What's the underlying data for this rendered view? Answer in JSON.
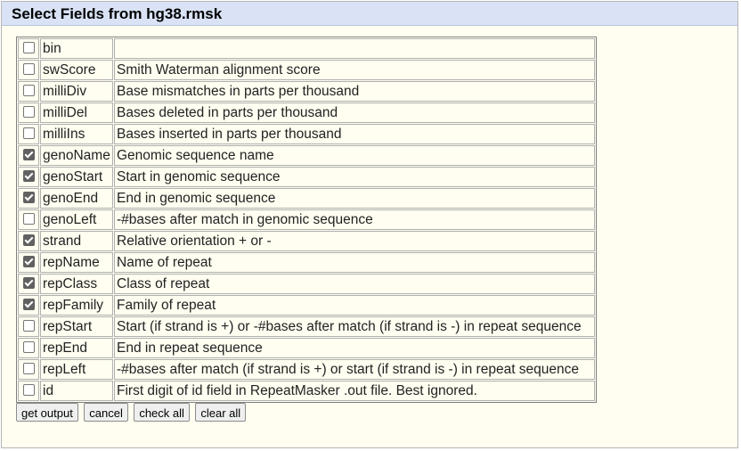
{
  "header": {
    "title": "Select Fields from hg38.rmsk"
  },
  "fields": [
    {
      "name": "bin",
      "description": "",
      "checked": false
    },
    {
      "name": "swScore",
      "description": "Smith Waterman alignment score",
      "checked": false
    },
    {
      "name": "milliDiv",
      "description": "Base mismatches in parts per thousand",
      "checked": false
    },
    {
      "name": "milliDel",
      "description": "Bases deleted in parts per thousand",
      "checked": false
    },
    {
      "name": "milliIns",
      "description": "Bases inserted in parts per thousand",
      "checked": false
    },
    {
      "name": "genoName",
      "description": "Genomic sequence name",
      "checked": true
    },
    {
      "name": "genoStart",
      "description": "Start in genomic sequence",
      "checked": true
    },
    {
      "name": "genoEnd",
      "description": "End in genomic sequence",
      "checked": true
    },
    {
      "name": "genoLeft",
      "description": "-#bases after match in genomic sequence",
      "checked": false
    },
    {
      "name": "strand",
      "description": "Relative orientation + or -",
      "checked": true
    },
    {
      "name": "repName",
      "description": "Name of repeat",
      "checked": true
    },
    {
      "name": "repClass",
      "description": "Class of repeat",
      "checked": true
    },
    {
      "name": "repFamily",
      "description": "Family of repeat",
      "checked": true
    },
    {
      "name": "repStart",
      "description": "Start (if strand is +) or -#bases after match (if strand is -) in repeat sequence",
      "checked": false
    },
    {
      "name": "repEnd",
      "description": "End in repeat sequence",
      "checked": false
    },
    {
      "name": "repLeft",
      "description": "-#bases after match (if strand is +) or start (if strand is -) in repeat sequence",
      "checked": false
    },
    {
      "name": "id",
      "description": "First digit of id field in RepeatMasker .out file. Best ignored.",
      "checked": false
    }
  ],
  "buttons": {
    "get_output": "get output",
    "cancel": "cancel",
    "check_all": "check all",
    "clear_all": "clear all"
  }
}
